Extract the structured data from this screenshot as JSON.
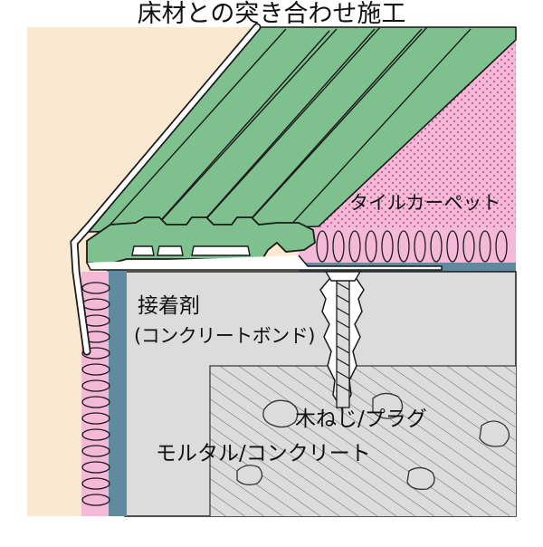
{
  "title": "床材との突き合わせ施工",
  "labels": {
    "tile_carpet": "タイルカーペット",
    "adhesive": "接着剤",
    "adhesive_type": "(コンクリートボンド)",
    "screw_plug": "木ねじ/プラグ",
    "mortar_concrete": "モルタル/コンクリート"
  },
  "colors": {
    "background": "#fbe8d1",
    "nosing_green": "#7ec08e",
    "carpet_pink": "#f3b9d7",
    "concrete_gray": "#dcdcdc",
    "wall_blue": "#5f8aa0",
    "outline": "#1a1a1a"
  }
}
